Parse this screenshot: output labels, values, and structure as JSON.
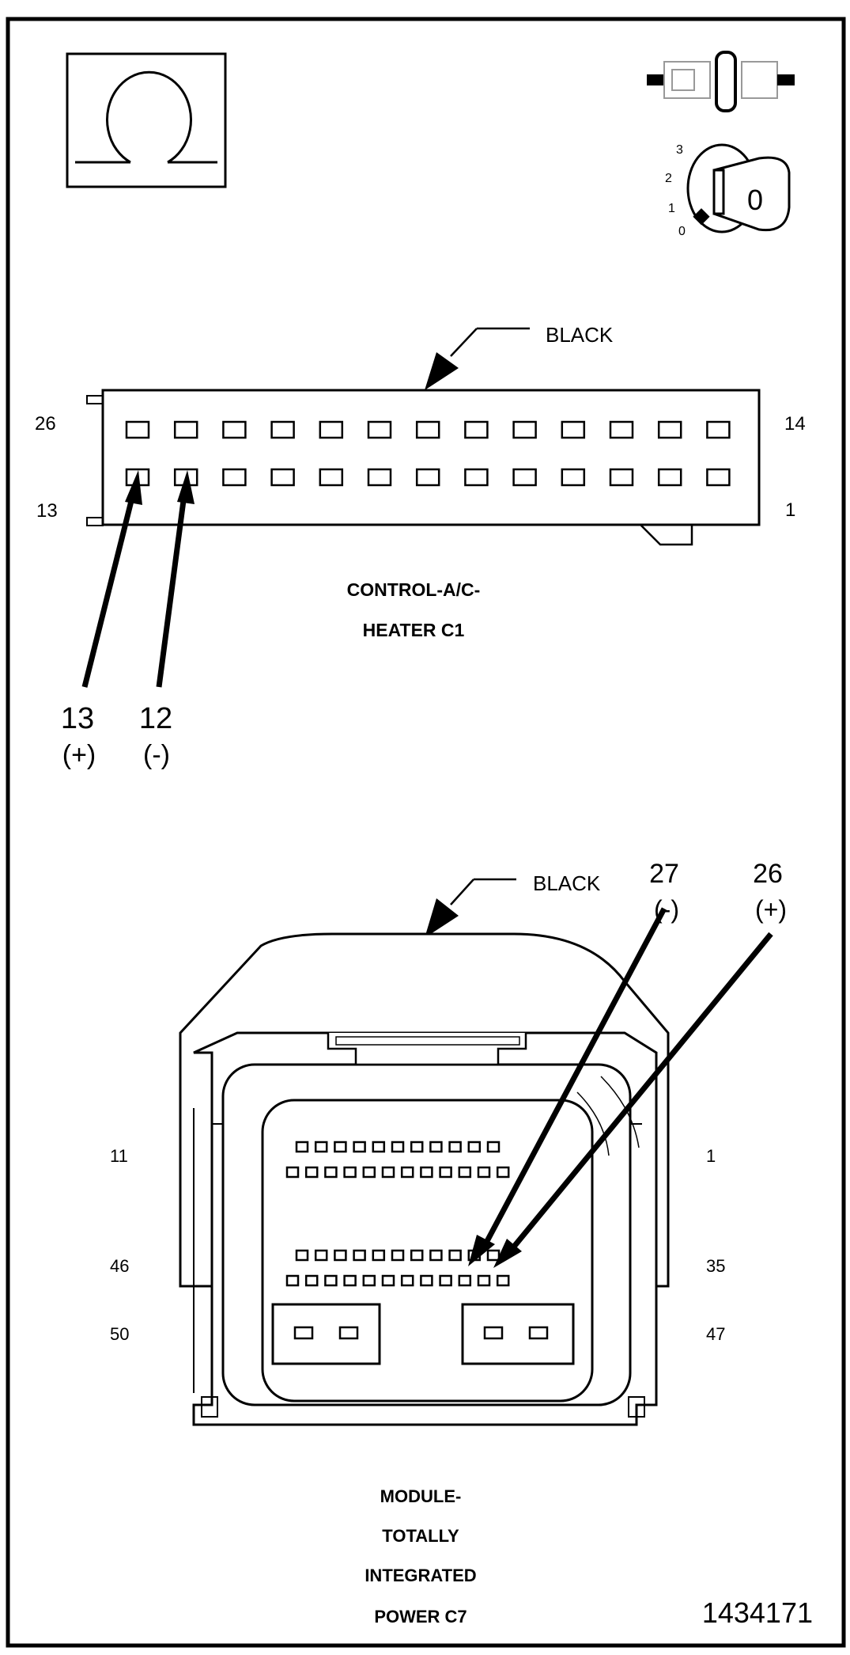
{
  "meter_icon": {
    "symbol": "ohm-icon"
  },
  "connector_icon": {
    "symbol": "disconnected-connector-icon"
  },
  "ignition_icon": {
    "symbol": "ignition-key-icon",
    "positions": [
      "3",
      "2",
      "1",
      "0"
    ],
    "key_label": "0"
  },
  "connector_c1": {
    "color_label": "BLACK",
    "left_top": "26",
    "left_bottom": "13",
    "right_top": "14",
    "right_bottom": "1",
    "title_line1": "CONTROL-A/C-",
    "title_line2": "HEATER C1",
    "probes": [
      {
        "pin": "13",
        "polarity": "(+)"
      },
      {
        "pin": "12",
        "polarity": "(-)"
      }
    ]
  },
  "connector_c7": {
    "color_label": "BLACK",
    "left_labels": [
      "11",
      "46",
      "50"
    ],
    "right_labels": [
      "1",
      "35",
      "47"
    ],
    "probes": [
      {
        "pin": "27",
        "polarity": "(-)"
      },
      {
        "pin": "26",
        "polarity": "(+)"
      }
    ],
    "title_line1": "MODULE-",
    "title_line2": "TOTALLY",
    "title_line3": "INTEGRATED",
    "title_line4": "POWER C7"
  },
  "figure_number": "1434171"
}
